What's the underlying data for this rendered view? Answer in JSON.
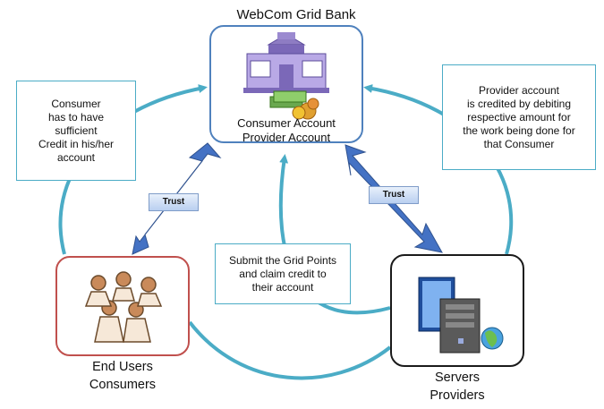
{
  "bank": {
    "title": "WebCom Grid Bank",
    "line1": "Consumer Account",
    "line2": "Provider Account"
  },
  "consumer_note": [
    "Consumer",
    "has to have",
    "sufficient",
    "Credit in his/her",
    "account"
  ],
  "provider_note": [
    "Provider account",
    "is credited by debiting",
    "respective amount for",
    "the work being done for",
    "that Consumer"
  ],
  "submit_note": [
    "Submit the Grid Points",
    "and claim credit to",
    "their account"
  ],
  "trust_left": "Trust",
  "trust_right": "Trust",
  "consumers": {
    "line1": "End Users",
    "line2": "Consumers"
  },
  "providers": {
    "line1": "Servers",
    "line2": "Providers"
  },
  "colors": {
    "cycle": "#4bacc6",
    "bank_border": "#4f81bd",
    "consumer_border": "#c0504d",
    "provider_border": "#1a1a1a",
    "trust_arrow": "#4472c4"
  }
}
